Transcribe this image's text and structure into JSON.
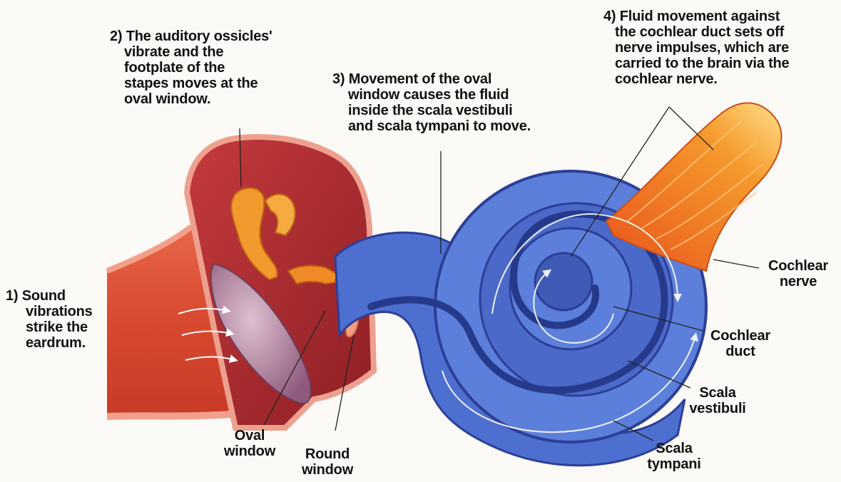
{
  "steps": {
    "step1": [
      "1) Sound",
      "vibrations",
      "strike the",
      "eardrum."
    ],
    "step2": [
      "2) The auditory ossicles'",
      "vibrate and the",
      "footplate of the",
      "stapes moves at the",
      "oval window."
    ],
    "step3": [
      "3) Movement of the oval",
      "window causes the fluid",
      "inside the scala vestibuli",
      "and scala tympani to move."
    ],
    "step4": [
      "4) Fluid movement against",
      "the cochlear duct sets off",
      "nerve impulses, which are",
      "carried to the brain via the",
      "cochlear nerve."
    ]
  },
  "parts": {
    "oval_window": [
      "Oval",
      "window"
    ],
    "round_window": [
      "Round",
      "window"
    ],
    "cochlear_nerve": [
      "Cochlear",
      "nerve"
    ],
    "cochlear_duct": [
      "Cochlear",
      "duct"
    ],
    "scala_vestibuli": [
      "Scala",
      "vestibuli"
    ],
    "scala_tympani": [
      "Scala",
      "tympani"
    ]
  },
  "colors": {
    "ear_canal": "#d8492f",
    "middle_ear_cavity": "#a52a2c",
    "ossicles": "#f39a2e",
    "eardrum": "#b988a8",
    "cochlea_blue": "#4d6fcf",
    "cochlea_dark": "#2c3f97",
    "cochlear_nerve": "#f07a1e",
    "flow_arrows": "#ffffff"
  }
}
